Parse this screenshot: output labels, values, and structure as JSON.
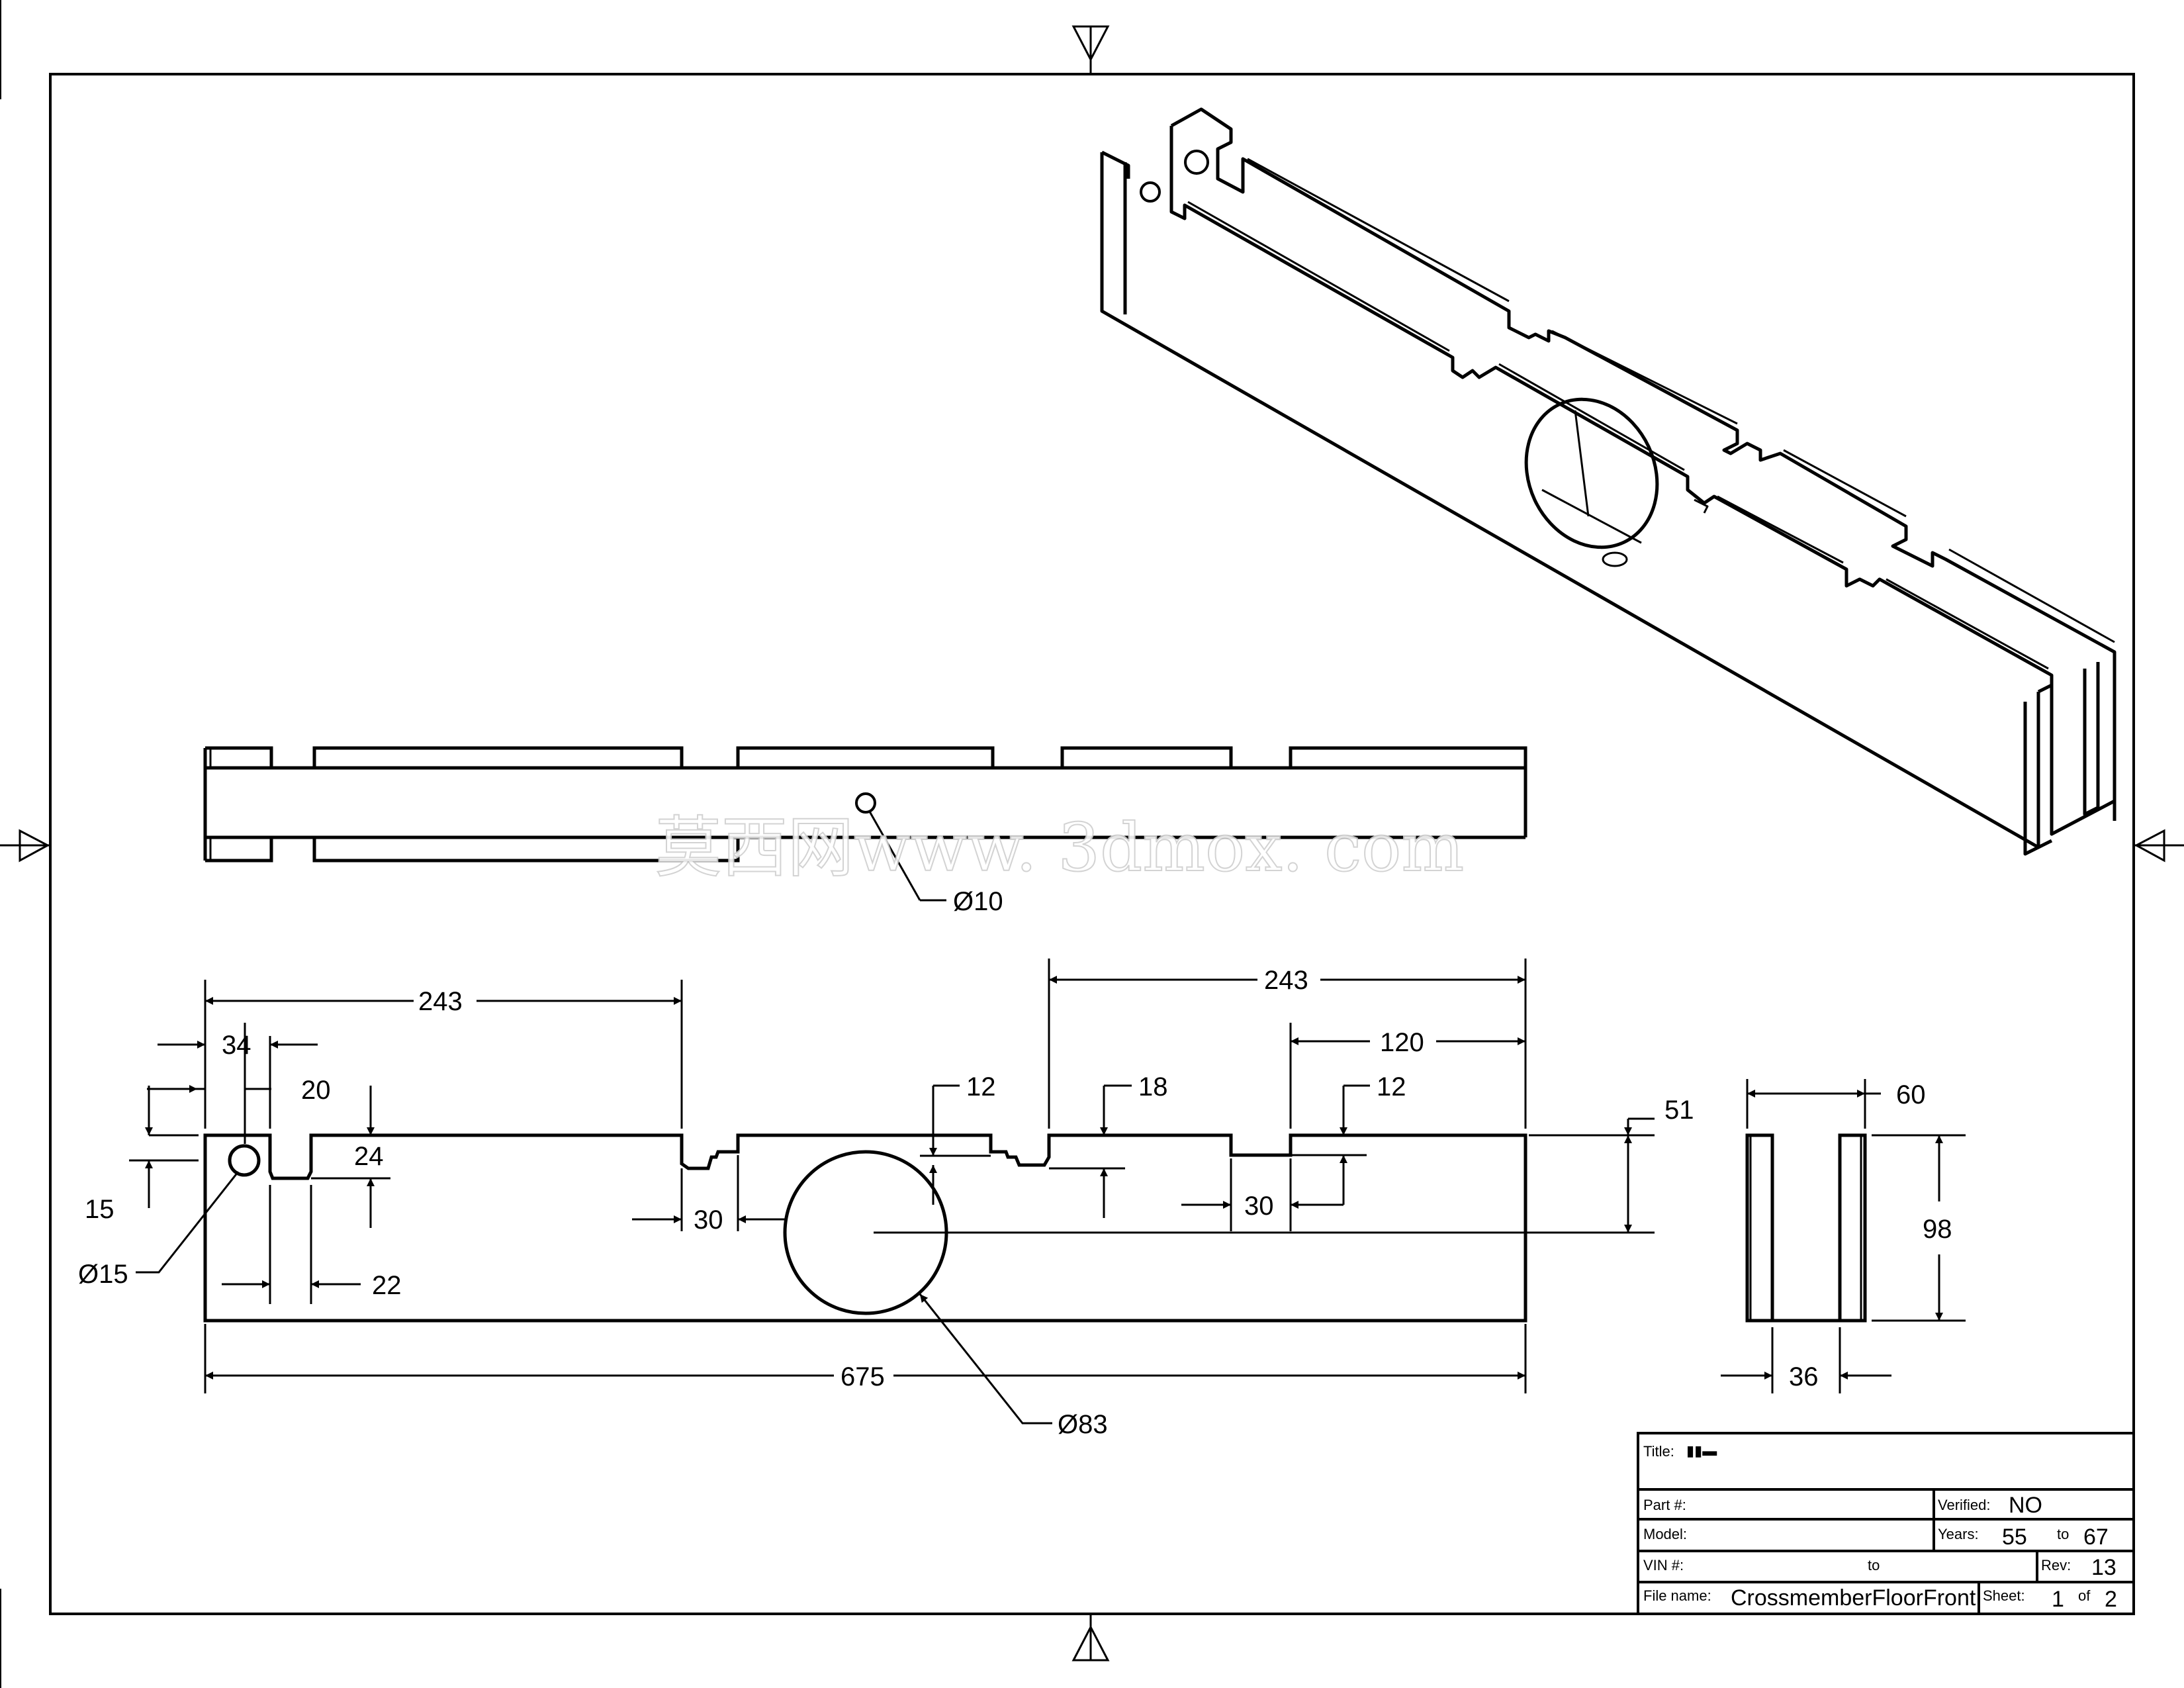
{
  "dimensions": {
    "d243_left": "243",
    "d243_right": "243",
    "d34": "34",
    "d20": "20",
    "d24": "24",
    "d15": "15",
    "d15_dia": "Ø15",
    "d22": "22",
    "d12_a": "12",
    "d18": "18",
    "d12_b": "12",
    "d120": "120",
    "d51": "51",
    "d30_left": "30",
    "d30_right": "30",
    "d675": "675",
    "d83_dia": "Ø83",
    "d10_dia": "Ø10",
    "d60": "60",
    "d98": "98",
    "d36": "36"
  },
  "watermark": "莫西网www. 3dmox. com",
  "title_block": {
    "title_label": "Title:",
    "title_value": "▮▮▬",
    "part_label": "Part #:",
    "part_value": "",
    "verified_label": "Verified:",
    "verified_value": "NO",
    "model_label": "Model:",
    "model_value": "",
    "years_label": "Years:",
    "years_from": "55",
    "years_to_label": "to",
    "years_to": "67",
    "vin_label": "VIN #:",
    "vin_to_label": "to",
    "rev_label": "Rev:",
    "rev_value": "13",
    "file_label": "File name:",
    "file_value": "CrossmemberFloorFront",
    "sheet_label": "Sheet:",
    "sheet_value": "1",
    "sheet_of_label": "of",
    "sheet_total": "2"
  }
}
